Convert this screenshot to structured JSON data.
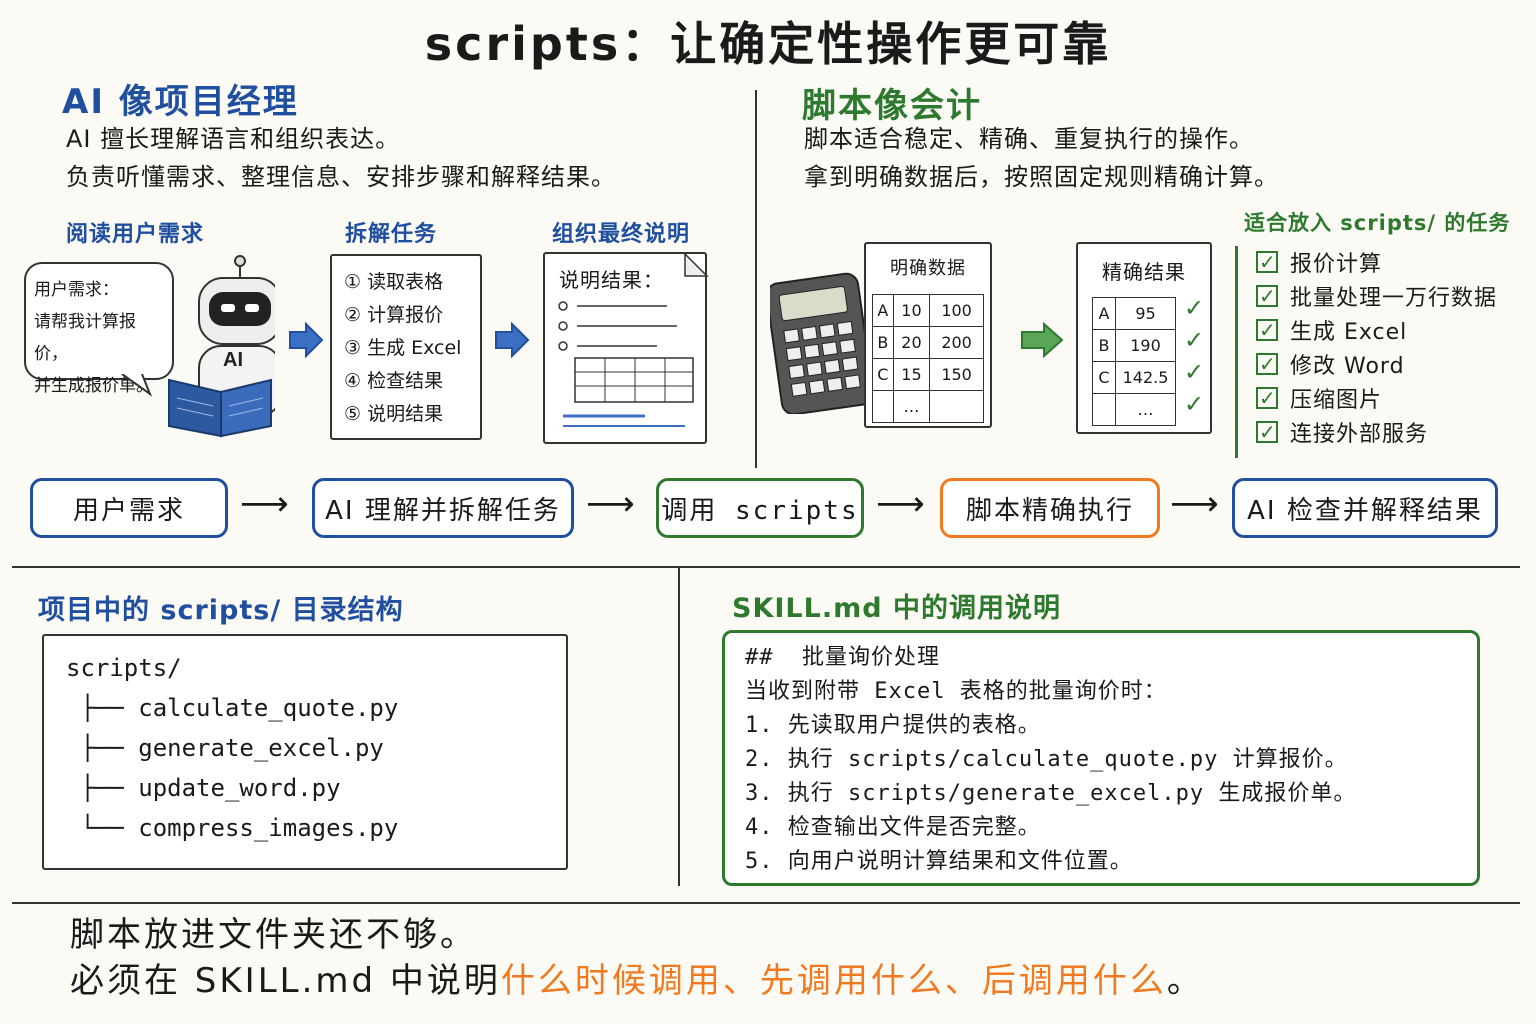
{
  "title": "scripts：让确定性操作更可靠",
  "left_panel": {
    "heading": "AI 像项目经理",
    "line1": "AI 擅长理解语言和组织表达。",
    "line2": "负责听懂需求、整理信息、安排步骤和解释结果。",
    "stage1_label": "阅读用户需求",
    "stage2_label": "拆解任务",
    "stage3_label": "组织最终说明",
    "bubble_line1": "用户需求：",
    "bubble_line2": "请帮我计算报价，",
    "bubble_line3": "并生成报价单。",
    "robot_badge": "AI",
    "task_steps": [
      "① 读取表格",
      "② 计算报价",
      "③ 生成 Excel",
      "④ 检查结果",
      "⑤ 说明结果"
    ],
    "doc_title": "说明结果："
  },
  "right_panel": {
    "heading": "脚本像会计",
    "line1": "脚本适合稳定、精确、重复执行的操作。",
    "line2": "拿到明确数据后，按照固定规则精确计算。",
    "data_title": "明确数据",
    "data_rows": [
      [
        "A",
        "10",
        "100"
      ],
      [
        "B",
        "20",
        "200"
      ],
      [
        "C",
        "15",
        "150"
      ],
      [
        "",
        "…",
        ""
      ]
    ],
    "result_title": "精确结果",
    "result_rows": [
      [
        "A",
        "95"
      ],
      [
        "B",
        "190"
      ],
      [
        "C",
        "142.5"
      ],
      [
        "",
        "…"
      ]
    ],
    "tasks_heading": "适合放入 scripts/ 的任务",
    "tasks": [
      "报价计算",
      "批量处理一万行数据",
      "生成 Excel",
      "修改 Word",
      "压缩图片",
      "连接外部服务"
    ]
  },
  "flow": {
    "steps": [
      "用户需求",
      "AI 理解并拆解任务",
      "调用 scripts",
      "脚本精确执行",
      "AI 检查并解释结果"
    ],
    "arrow": "⟶"
  },
  "directory": {
    "heading": "项目中的 scripts/ 目录结构",
    "lines": [
      "scripts/",
      " ├── calculate_quote.py",
      " ├── generate_excel.py",
      " ├── update_word.py",
      " └── compress_images.py"
    ]
  },
  "skill": {
    "heading": "SKILL.md 中的调用说明",
    "lines": [
      "##  批量询价处理",
      "当收到附带 Excel 表格的批量询价时：",
      "1. 先读取用户提供的表格。",
      "2. 执行 scripts/calculate_quote.py 计算报价。",
      "3. 执行 scripts/generate_excel.py 生成报价单。",
      "4. 检查输出文件是否完整。",
      "5. 向用户说明计算结果和文件位置。"
    ]
  },
  "footer": {
    "line1": "脚本放进文件夹还不够。",
    "line2_prefix": "必须在 SKILL.md 中说明",
    "line2_highlight": "什么时候调用、先调用什么、后调用什么",
    "line2_suffix": "。"
  },
  "colors": {
    "blue": "#1f4f9e",
    "green": "#2d7a2e",
    "orange": "#f07a1f"
  }
}
